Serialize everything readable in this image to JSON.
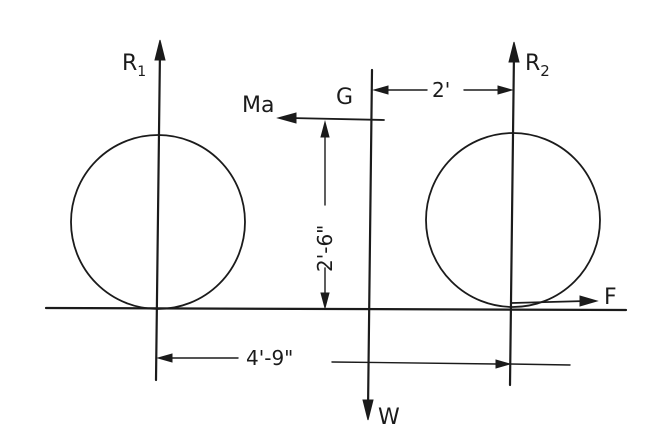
{
  "labels": {
    "r1": "R",
    "r1_sub": "1",
    "r2": "R",
    "r2_sub": "2",
    "g": "G",
    "ma": "Ma",
    "w": "W",
    "f": "F"
  },
  "dimensions": {
    "g_to_r2": "2'",
    "height": "2'-6\"",
    "wheelbase": "4'-9\""
  },
  "colors": {
    "ink": "#1b1b1b",
    "background": "#ffffff"
  }
}
